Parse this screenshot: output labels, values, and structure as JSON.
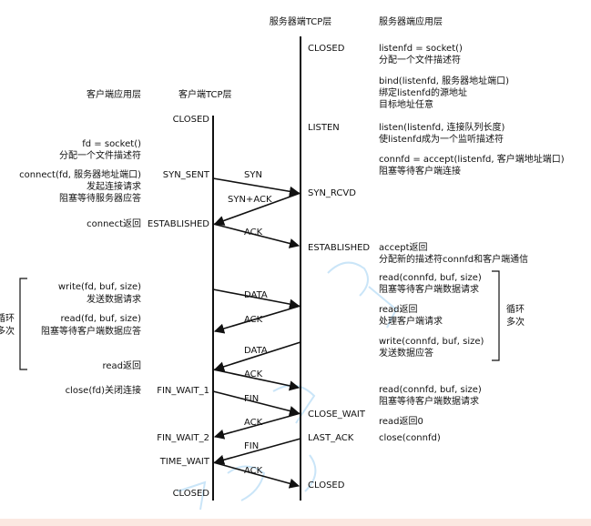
{
  "headers": {
    "server_tcp": "服务器端TCP层",
    "server_app": "服务器端应用层",
    "client_app": "客户端应用层",
    "client_tcp": "客户端TCP层"
  },
  "client_states": {
    "closed_start": "CLOSED",
    "syn_sent": "SYN_SENT",
    "established": "ESTABLISHED",
    "fin_wait_1": "FIN_WAIT_1",
    "fin_wait_2": "FIN_WAIT_2",
    "time_wait": "TIME_WAIT",
    "closed_end": "CLOSED"
  },
  "server_states": {
    "closed_start": "CLOSED",
    "listen": "LISTEN",
    "syn_rcvd": "SYN_RCVD",
    "established": "ESTABLISHED",
    "close_wait": "CLOSE_WAIT",
    "last_ack": "LAST_ACK",
    "closed_end": "CLOSED"
  },
  "messages": {
    "syn": "SYN",
    "syn_ack": "SYN+ACK",
    "ack1": "ACK",
    "data1": "DATA",
    "ack2": "ACK",
    "data2": "DATA",
    "ack3": "ACK",
    "fin1": "FIN",
    "ack4": "ACK",
    "fin2": "FIN",
    "ack5": "ACK"
  },
  "client_app": {
    "socket_call": "fd = socket()",
    "socket_desc": "分配一个文件描述符",
    "connect_call": "connect(fd, 服务器地址端口)",
    "connect_desc1": "发起连接请求",
    "connect_desc2": "阻塞等待服务器应答",
    "connect_return": "connect返回",
    "write_call": "write(fd, buf, size)",
    "write_desc": "发送数据请求",
    "read_call": "read(fd, buf, size)",
    "read_desc": "阻塞等待客户端数据应答",
    "read_return": "read返回",
    "close_call": "close(fd)关闭连接",
    "loop_label1": "循环",
    "loop_label2": "多次"
  },
  "server_app": {
    "socket_call": "listenfd = socket()",
    "socket_desc": "分配一个文件描述符",
    "bind_call": "bind(listenfd, 服务器地址端口)",
    "bind_desc1": "绑定listenfd的源地址",
    "bind_desc2": "目标地址任意",
    "listen_call": "listen(listenfd, 连接队列长度)",
    "listen_desc": "使listenfd成为一个监听描述符",
    "accept_call": "connfd = accept(listenfd, 客户端地址端口)",
    "accept_desc": "阻塞等待客户端连接",
    "accept_return": "accept返回",
    "accept_return_desc": "分配新的描述符connfd和客户端通信",
    "read_call1": "read(connfd, buf, size)",
    "read_desc1": "阻塞等待客户端数据请求",
    "read_return": "read返回",
    "read_return_desc": "处理客户端请求",
    "write_call": "write(connfd, buf, size)",
    "write_desc": "发送数据应答",
    "loop_label1": "循环",
    "loop_label2": "多次",
    "read_call2": "read(connfd, buf, size)",
    "read_desc2": "阻塞等待客户端数据请求",
    "read_return0": "read返回0",
    "close_call": "close(connfd)"
  },
  "colors": {
    "line": "#111111",
    "watermark": "#9fd0f2",
    "strip": "#fbe8e1"
  }
}
